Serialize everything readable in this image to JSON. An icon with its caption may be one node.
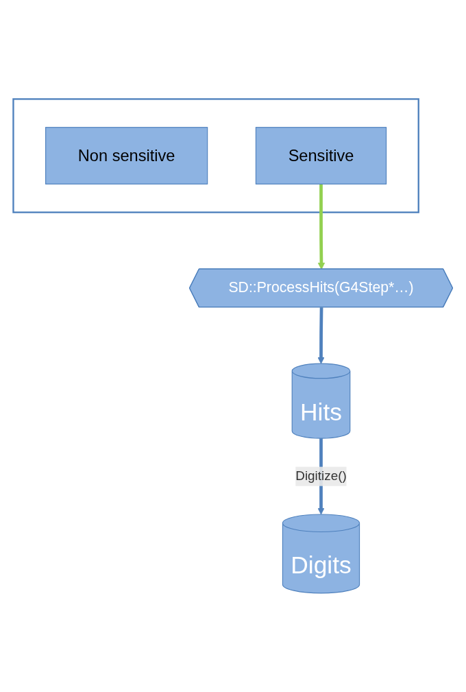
{
  "diagram": {
    "nodes": [
      {
        "text": [],
        "shape": "box"
      },
      {
        "text": [
          "Non sensitive"
        ],
        "in": 0
      },
      {
        "text": [
          "Sensitive"
        ],
        "in": 0
      },
      {
        "text": [
          "SD::ProcessHits(G4Step*…)"
        ]
      },
      {
        "text": [
          "Hits"
        ]
      },
      {
        "text": [
          "Digits"
        ]
      }
    ],
    "edges": [
      {
        "from": 2,
        "to": 3,
        "arrow": "to",
        "color": "#92d050"
      },
      {
        "from": 3,
        "to": 4,
        "arrow": "to"
      },
      {
        "from": 4,
        "to": 5,
        "arrow": "to",
        "label": "Digitize()"
      }
    ]
  }
}
